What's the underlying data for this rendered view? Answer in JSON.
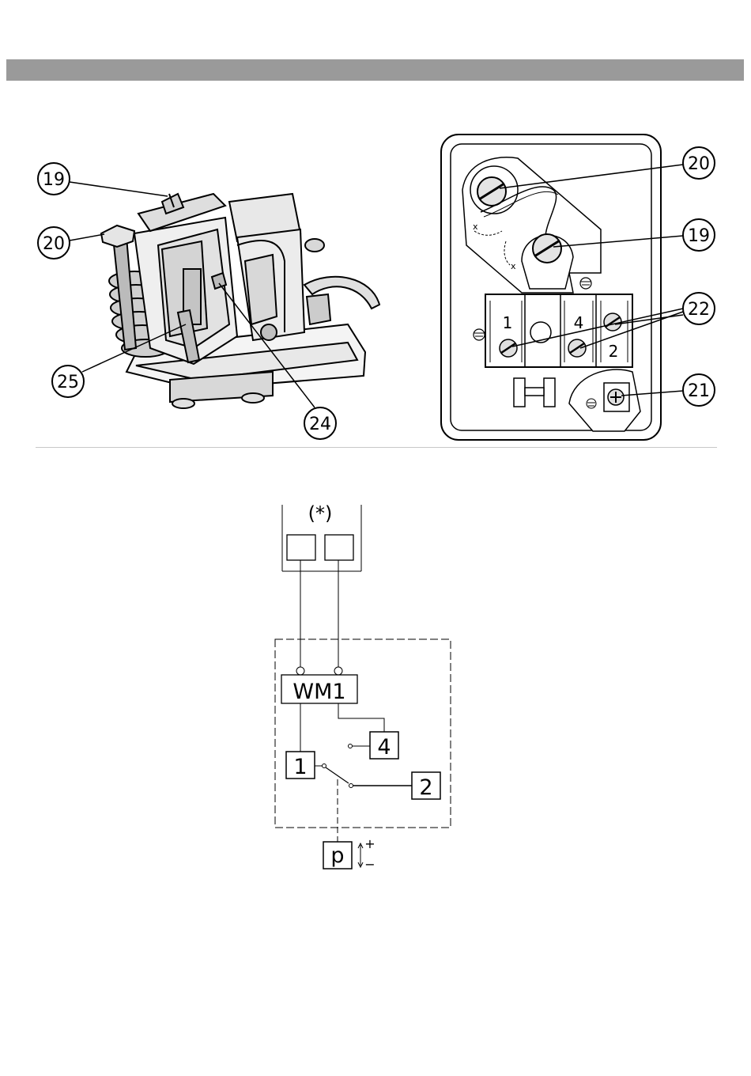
{
  "callouts_left": {
    "c19": "19",
    "c20": "20",
    "c25": "25",
    "c24": "24"
  },
  "callouts_right": {
    "c20": "20",
    "c19": "19",
    "c22": "22",
    "c21": "21"
  },
  "terminal_block": {
    "t1": "1",
    "t4": "4",
    "t2": "2",
    "x1": "x",
    "x2": "x"
  },
  "schematic": {
    "note": "(*)",
    "wm1": "WM1",
    "term1": "1",
    "term4": "4",
    "term2": "2",
    "pressure": "p",
    "plus": "+",
    "minus": "−"
  }
}
